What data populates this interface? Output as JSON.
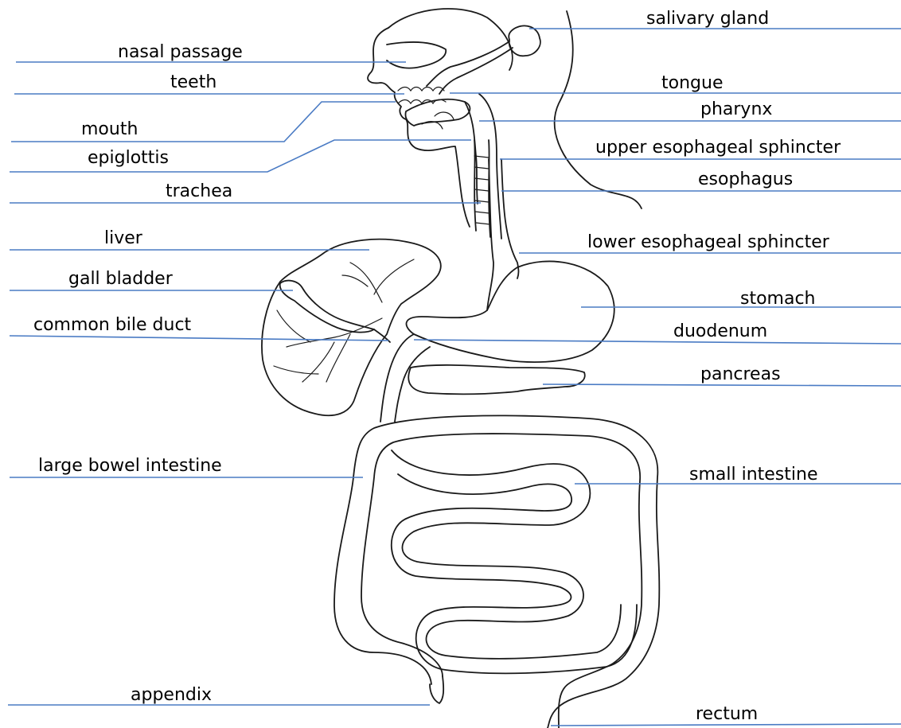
{
  "colors": {
    "leader_line": "#4a7bc4",
    "outline": "#1a1a1a",
    "background": "#ffffff"
  },
  "labels": {
    "salivary_gland": "salivary gland",
    "nasal_passage": "nasal passage",
    "teeth": "teeth",
    "tongue": "tongue",
    "pharynx": "pharynx",
    "mouth": "mouth",
    "epiglottis": "epiglottis",
    "upper_esophageal_sphincter": "upper esophageal sphincter",
    "esophagus": "esophagus",
    "trachea": "trachea",
    "liver": "liver",
    "lower_esophageal_sphincter": "lower esophageal sphincter",
    "gall_bladder": "gall bladder",
    "stomach": "stomach",
    "common_bile_duct": "common bile duct",
    "duodenum": "duodenum",
    "pancreas": "pancreas",
    "large_bowel_intestine": "large bowel intestine",
    "small_intestine": "small intestine",
    "appendix": "appendix",
    "rectum": "rectum"
  }
}
